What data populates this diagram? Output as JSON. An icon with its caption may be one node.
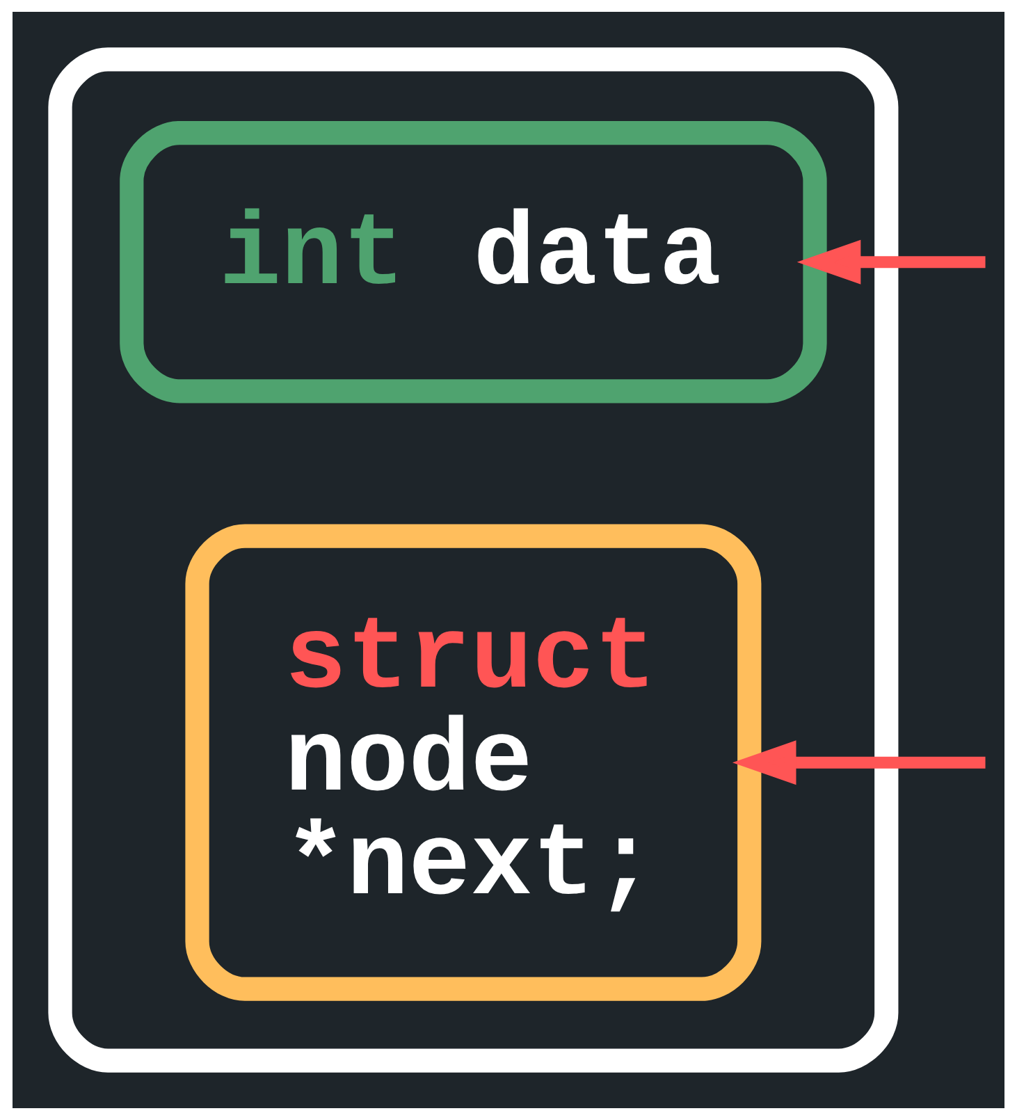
{
  "diagram": {
    "nodes": [
      {
        "text": [],
        "shape": "box"
      },
      {
        "text": [
          "int data"
        ],
        "in": 0
      },
      {
        "text": [
          "struct node *next;"
        ],
        "in": 0
      }
    ],
    "edges": [
      {
        "from": null,
        "to": 1,
        "arrow": "to",
        "color": "#ff5555"
      },
      {
        "from": null,
        "to": 2,
        "arrow": "to",
        "color": "#ff5555"
      }
    ]
  }
}
